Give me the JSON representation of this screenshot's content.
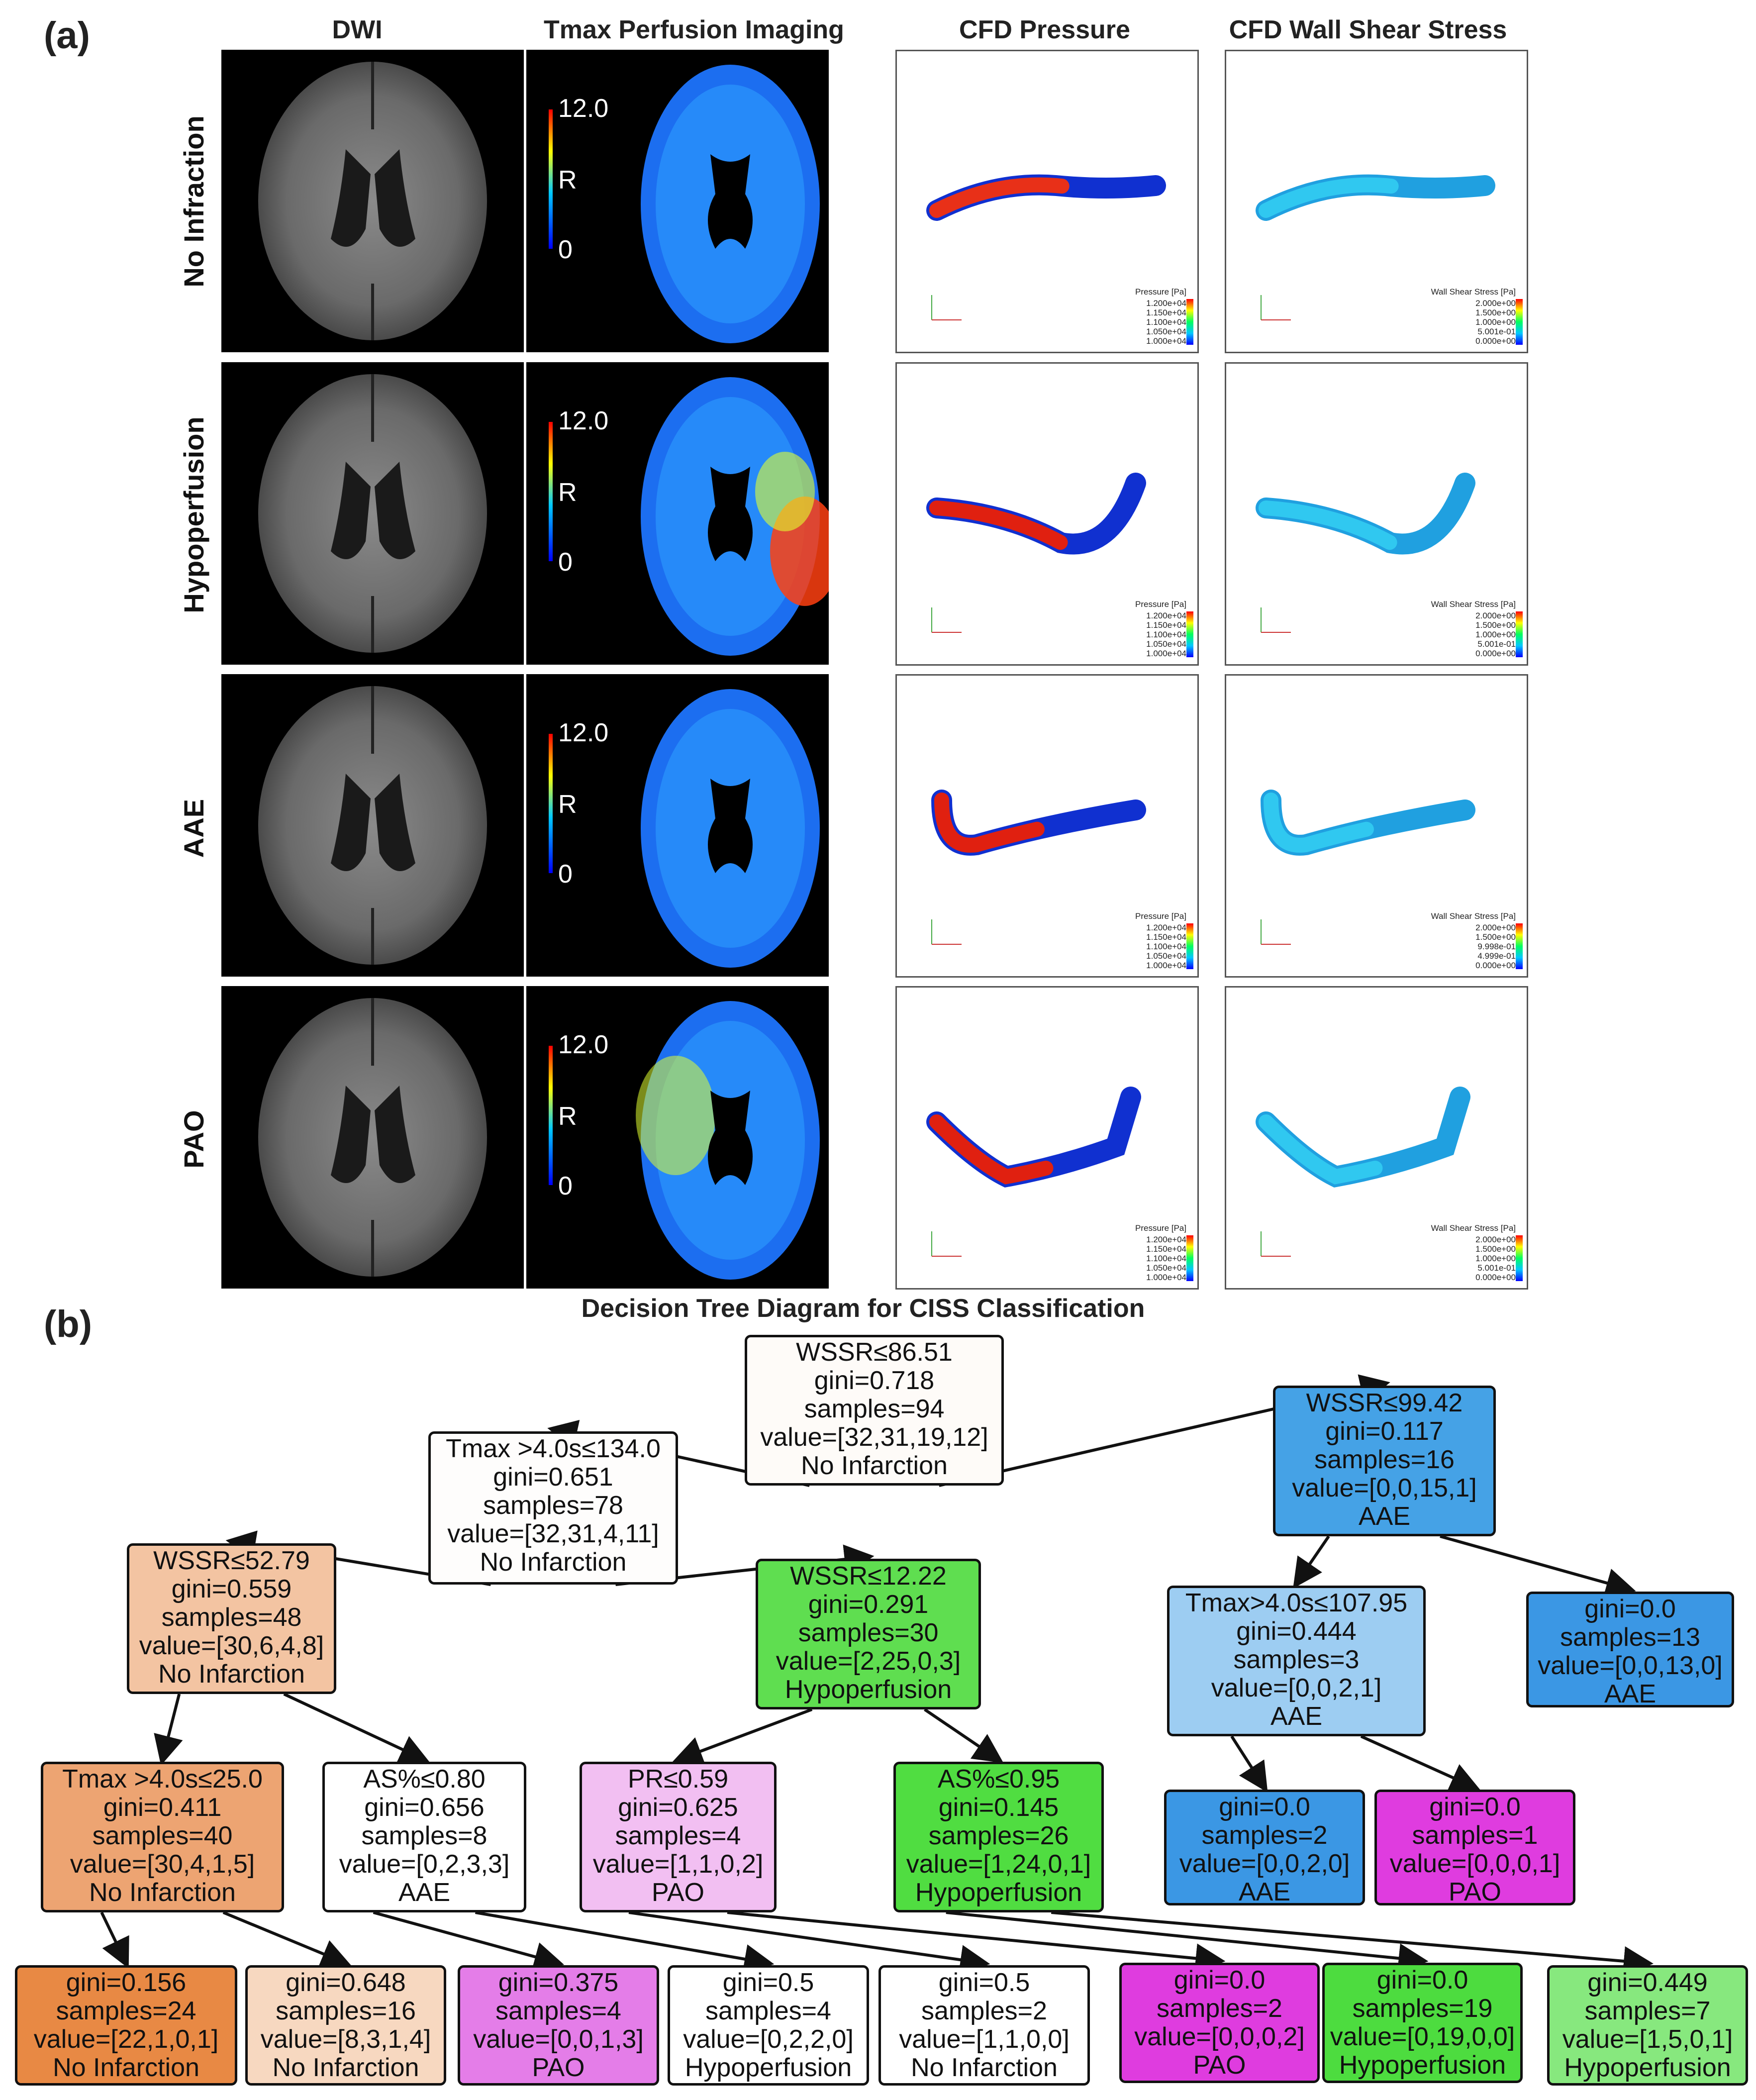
{
  "panel_a": {
    "letter": "(a)",
    "columns": [
      "DWI",
      "Tmax Perfusion Imaging",
      "CFD Pressure",
      "CFD Wall Shear Stress"
    ],
    "rows": [
      "No Infraction",
      "Hypoperfusion",
      "AAE",
      "PAO"
    ],
    "tmax_scale": {
      "max": "12.0",
      "mid": "R",
      "min": "0"
    },
    "pressure_legend": {
      "title": "Pressure [Pa]",
      "ticks": [
        "1.200e+04",
        "1.150e+04",
        "1.100e+04",
        "1.050e+04",
        "1.000e+04"
      ]
    },
    "wss_legends": [
      {
        "title": "Wall Shear Stress [Pa]",
        "ticks": [
          "2.000e+00",
          "1.500e+00",
          "1.000e+00",
          "5.001e-01",
          "0.000e+00"
        ]
      },
      {
        "title": "Wall Shear Stress [Pa]",
        "ticks": [
          "2.000e+00",
          "1.500e+00",
          "1.000e+00",
          "5.001e-01",
          "0.000e+00"
        ]
      },
      {
        "title": "Wall Shear Stress [Pa]",
        "ticks": [
          "2.000e+00",
          "1.500e+00",
          "9.998e-01",
          "4.999e-01",
          "0.000e+00"
        ]
      },
      {
        "title": "Wall Shear Stress [Pa]",
        "ticks": [
          "2.000e+00",
          "1.500e+00",
          "1.000e+00",
          "5.001e-01",
          "0.000e+00"
        ]
      }
    ],
    "colors": {
      "hot": "#e82010",
      "cold": "#1030d0",
      "mid": "#22c8f0"
    }
  },
  "panel_b": {
    "letter": "(b)",
    "title": "Decision Tree Diagram for CISS Classification",
    "nodes": [
      {
        "lines": [
          "WSSR≤86.51",
          "gini=0.718",
          "samples=94",
          "value=[32,31,19,12]",
          "No Infarction"
        ],
        "fill": "#fefbf8"
      },
      {
        "lines": [
          "Tmax >4.0s≤134.0",
          "gini=0.651",
          "samples=78",
          "value=[32,31,4,11]",
          "No Infarction"
        ],
        "fill": "#fefdfc"
      },
      {
        "lines": [
          "WSSR≤99.42",
          "gini=0.117",
          "samples=16",
          "value=[0,0,15,1]",
          "AAE"
        ],
        "fill": "#45a2e6"
      },
      {
        "lines": [
          "WSSR≤52.79",
          "gini=0.559",
          "samples=48",
          "value=[30,6,4,8]",
          "No Infarction"
        ],
        "fill": "#f3c4a2"
      },
      {
        "lines": [
          "WSSR≤12.22",
          "gini=0.291",
          "samples=30",
          "value=[2,25,0,3]",
          "Hypoperfusion"
        ],
        "fill": "#5fde50"
      },
      {
        "lines": [
          "Tmax>4.0s≤107.95",
          "gini=0.444",
          "samples=3",
          "value=[0,0,2,1]",
          "AAE"
        ],
        "fill": "#9dcdf2"
      },
      {
        "lines": [
          "gini=0.0",
          "samples=13",
          "value=[0,0,13,0]",
          "AAE"
        ],
        "fill": "#3b97e4"
      },
      {
        "lines": [
          "Tmax >4.0s≤25.0",
          "gini=0.411",
          "samples=40",
          "value=[30,4,1,5]",
          "No Infarction"
        ],
        "fill": "#eda472"
      },
      {
        "lines": [
          "AS%≤0.80",
          "gini=0.656",
          "samples=8",
          "value=[0,2,3,3]",
          "AAE"
        ],
        "fill": "#ffffff"
      },
      {
        "lines": [
          "PR≤0.59",
          "gini=0.625",
          "samples=4",
          "value=[1,1,0,2]",
          "PAO"
        ],
        "fill": "#f2bff2"
      },
      {
        "lines": [
          "AS%≤0.95",
          "gini=0.145",
          "samples=26",
          "value=[1,24,0,1]",
          "Hypoperfusion"
        ],
        "fill": "#50dd41"
      },
      {
        "lines": [
          "gini=0.0",
          "samples=2",
          "value=[0,0,2,0]",
          "AAE"
        ],
        "fill": "#3b97e4"
      },
      {
        "lines": [
          "gini=0.0",
          "samples=1",
          "value=[0,0,0,1]",
          "PAO"
        ],
        "fill": "#df3cdf"
      },
      {
        "lines": [
          "gini=0.156",
          "samples=24",
          "value=[22,1,0,1]",
          "No Infarction"
        ],
        "fill": "#e88944"
      },
      {
        "lines": [
          "gini=0.648",
          "samples=16",
          "value=[8,3,1,4]",
          "No Infarction"
        ],
        "fill": "#f7d8c0"
      },
      {
        "lines": [
          "gini=0.375",
          "samples=4",
          "value=[0,0,1,3]",
          "PAO"
        ],
        "fill": "#e47de8"
      },
      {
        "lines": [
          "gini=0.5",
          "samples=4",
          "value=[0,2,2,0]",
          "Hypoperfusion"
        ],
        "fill": "#ffffff"
      },
      {
        "lines": [
          "gini=0.5",
          "samples=2",
          "value=[1,1,0,0]",
          "No Infarction"
        ],
        "fill": "#ffffff"
      },
      {
        "lines": [
          "gini=0.0",
          "samples=2",
          "value=[0,0,0,2]",
          "PAO"
        ],
        "fill": "#df3cdf"
      },
      {
        "lines": [
          "gini=0.0",
          "samples=19",
          "value=[0,19,0,0]",
          "Hypoperfusion"
        ],
        "fill": "#4ddc3f"
      },
      {
        "lines": [
          "gini=0.449",
          "samples=7",
          "value=[1,5,0,1]",
          "Hypoperfusion"
        ],
        "fill": "#87e87e"
      }
    ]
  }
}
